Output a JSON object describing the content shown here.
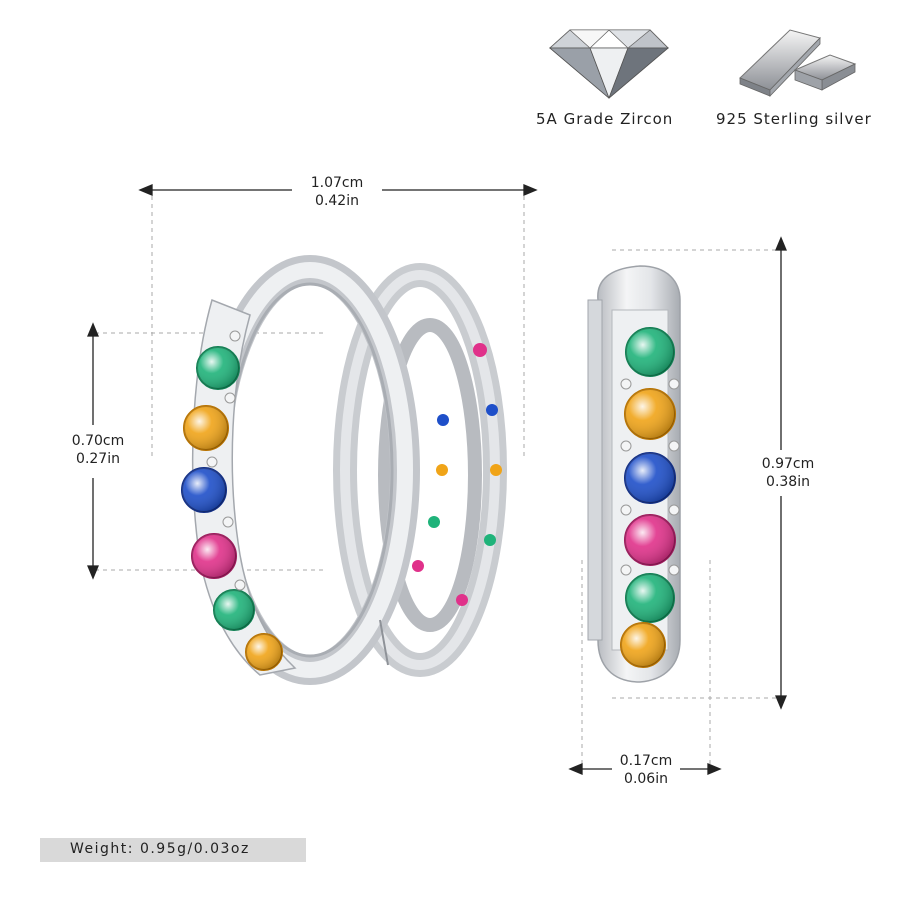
{
  "features": {
    "zircon_label": "5A Grade Zircon",
    "zircon_icon": "diamond-gem-icon",
    "silver_label": "925 Sterling silver",
    "silver_icon": "silver-bars-icon"
  },
  "dimensions": {
    "width": {
      "cm": "1.07cm",
      "in": "0.42in"
    },
    "inner_height": {
      "cm": "0.70cm",
      "in": "0.27in"
    },
    "height": {
      "cm": "0.97cm",
      "in": "0.38in"
    },
    "thickness": {
      "cm": "0.17cm",
      "in": "0.06in"
    }
  },
  "weight": "Weight: 0.95g/0.03oz",
  "colors": {
    "emerald": "#1fb37a",
    "citrine": "#f0a418",
    "sapphire": "#1e4fc9",
    "ruby": "#e0318a",
    "silver": "#d8dadd"
  }
}
